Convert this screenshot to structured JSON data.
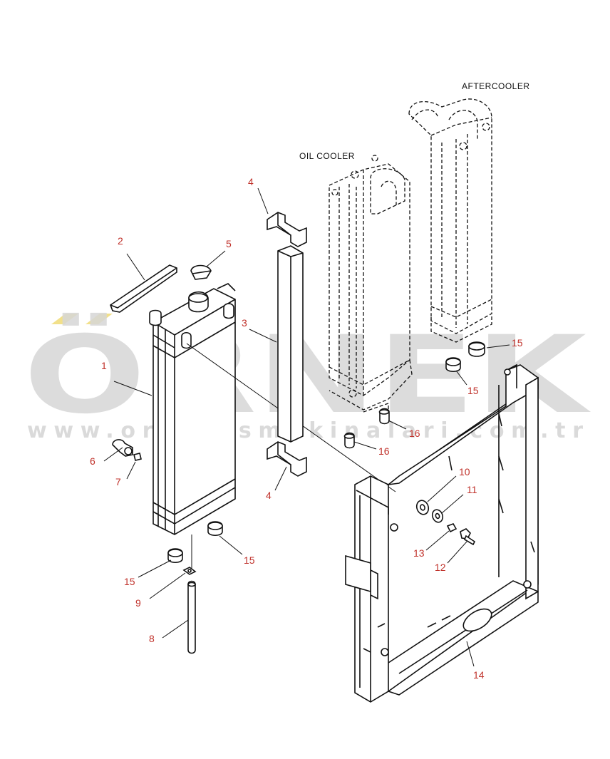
{
  "headings": {
    "oil_cooler": "OIL COOLER",
    "aftercooler": "AFTERCOOLER"
  },
  "watermark": {
    "brand": "ÖRNEK",
    "url": "www.ornekismakinalari.com.tr",
    "brand_color": "#d6d6d6",
    "accent_color": "#f2e08a"
  },
  "callout_color": "#c0322b",
  "callouts": {
    "c1": "1",
    "c2": "2",
    "c3": "3",
    "c4a": "4",
    "c4b": "4",
    "c5": "5",
    "c6": "6",
    "c7": "7",
    "c8": "8",
    "c9": "9",
    "c10": "10",
    "c11": "11",
    "c12": "12",
    "c13": "13",
    "c14": "14",
    "c15a": "15",
    "c15b": "15",
    "c15c": "15",
    "c15d": "15",
    "c16a": "16",
    "c16b": "16"
  }
}
